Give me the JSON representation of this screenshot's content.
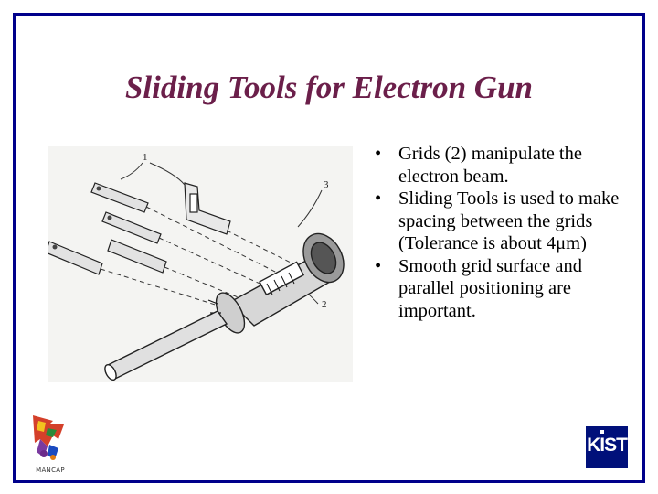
{
  "slide": {
    "title": "Sliding Tools for Electron Gun",
    "bullets": [
      "Grids (2) manipulate the electron beam.",
      "Sliding Tools is used to make spacing between the grids (Tolerance is about 4μm)",
      "Smooth grid surface and parallel positioning are important."
    ],
    "bullet_glyph": "•"
  },
  "figure": {
    "labels": [
      "1",
      "2",
      "3"
    ]
  },
  "logos": {
    "left_caption": "MANCAP",
    "right_text": "KIST"
  },
  "colors": {
    "frame": "#00008b",
    "title": "#6b1f4a",
    "kist_logo": "#00107a"
  }
}
